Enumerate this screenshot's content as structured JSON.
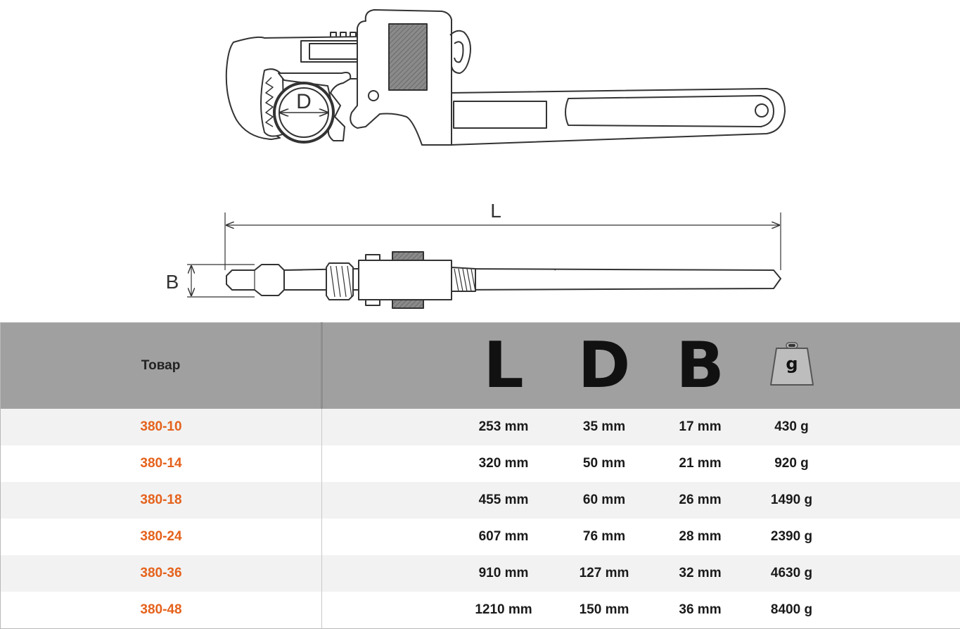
{
  "colors": {
    "accent": "#e5621c",
    "header_bg": "#a0a0a0",
    "row_alt": "#f2f2f2",
    "drawing": "#333333"
  },
  "diagram": {
    "label_D": "D",
    "label_L": "L",
    "label_B": "B"
  },
  "table": {
    "header": {
      "product": "Товар",
      "L": "L",
      "D": "D",
      "B": "B",
      "weight_icon": "weight-icon",
      "weight_unit": "g"
    },
    "rows": [
      {
        "product": "380-10",
        "L": "253 mm",
        "D": "35 mm",
        "B": "17 mm",
        "weight": "430 g"
      },
      {
        "product": "380-14",
        "L": "320 mm",
        "D": "50 mm",
        "B": "21 mm",
        "weight": "920 g"
      },
      {
        "product": "380-18",
        "L": "455 mm",
        "D": "60 mm",
        "B": "26 mm",
        "weight": "1490 g"
      },
      {
        "product": "380-24",
        "L": "607 mm",
        "D": "76 mm",
        "B": "28 mm",
        "weight": "2390 g"
      },
      {
        "product": "380-36",
        "L": "910 mm",
        "D": "127 mm",
        "B": "32 mm",
        "weight": "4630 g"
      },
      {
        "product": "380-48",
        "L": "1210 mm",
        "D": "150 mm",
        "B": "36 mm",
        "weight": "8400 g"
      }
    ]
  }
}
